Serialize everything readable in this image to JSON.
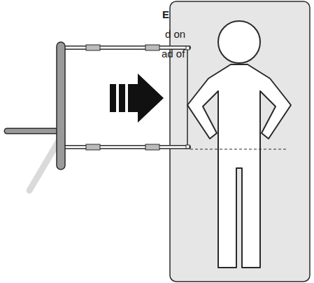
{
  "diagram": {
    "labels": [
      "E",
      "d on",
      "ad of"
    ]
  }
}
